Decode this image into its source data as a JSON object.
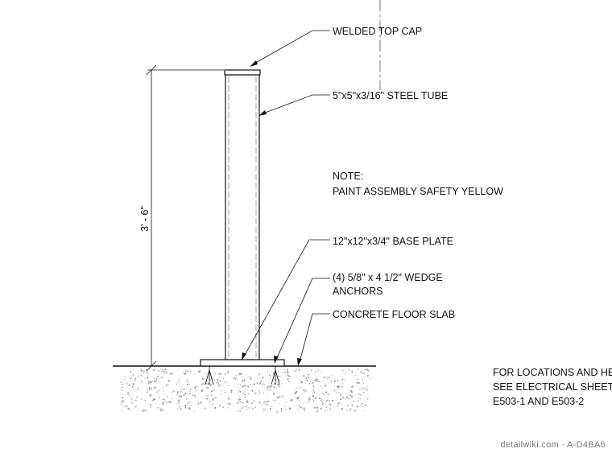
{
  "drawing": {
    "callouts": {
      "top_cap": "WELDED TOP CAP",
      "tube": "5\"x5\"x3/16\" STEEL TUBE",
      "note_title": "NOTE:",
      "note_text": "PAINT ASSEMBLY SAFETY YELLOW",
      "base_plate": "12\"x12\"x3/4\" BASE PLATE",
      "anchors_line1": "(4) 5/8\" x 4 1/2\" WEDGE",
      "anchors_line2": "ANCHORS",
      "slab": "CONCRETE FLOOR SLAB"
    },
    "dimension": "3' - 6\"",
    "reference_note": {
      "line1": "FOR LOCATIONS AND HEI",
      "line2": "SEE ELECTRICAL SHEETS",
      "line3": "E503-1 AND E503-2"
    },
    "watermark": "detailwiki.com · A-D4BA6"
  },
  "colors": {
    "line": "#111111",
    "hatch": "#9a9a9a",
    "watermark": "#777777"
  }
}
